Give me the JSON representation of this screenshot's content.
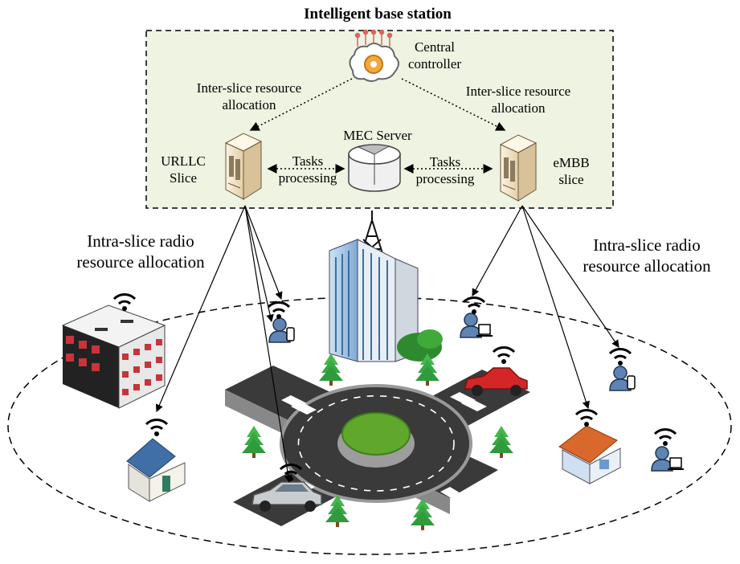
{
  "title": "Intelligent base station",
  "central_controller": [
    "Central",
    "controller"
  ],
  "inter_slice_left": [
    "Inter-slice resource",
    "allocation"
  ],
  "inter_slice_right": [
    "Inter-slice resource",
    "allocation"
  ],
  "mec_server": "MEC Server",
  "urllc_slice": [
    "URLLC",
    "Slice"
  ],
  "embb_slice": [
    "eMBB",
    "slice"
  ],
  "tasks_left": [
    "Tasks",
    "processing"
  ],
  "tasks_right": [
    "Tasks",
    "processing"
  ],
  "intra_slice_left": [
    "Intra-slice radio",
    "resource allocation"
  ],
  "intra_slice_right": [
    "Intra-slice radio",
    "resource allocation"
  ],
  "colors": {
    "station_bg": "#eef3e2",
    "server_body": "#f6ead2",
    "roof_blue": "#3f6fa6",
    "car_red": "#d42626",
    "grass": "#5fa82c",
    "tree": "#39b54a"
  },
  "icons": [
    "brain-gear-icon",
    "server-icon",
    "database-icon",
    "tower-icon",
    "wifi-icon",
    "user-phone-icon",
    "user-laptop-icon",
    "house-icon",
    "car-icon",
    "tree-icon",
    "apartment-icon",
    "office-building-icon"
  ]
}
